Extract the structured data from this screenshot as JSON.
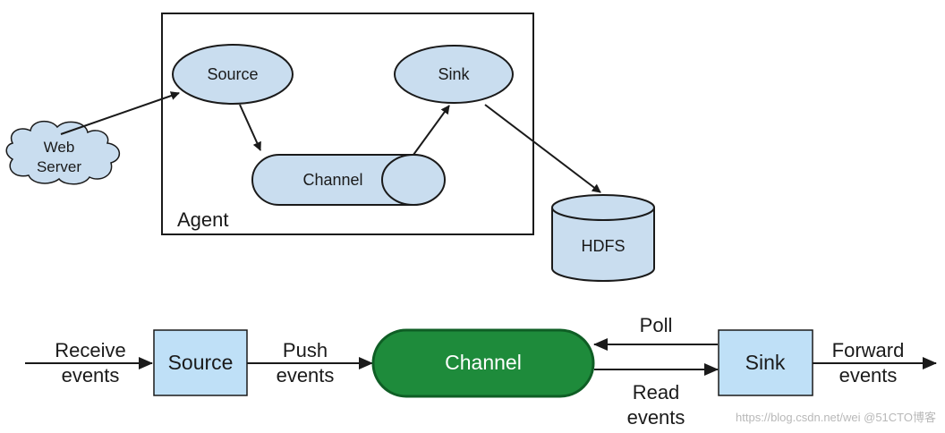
{
  "top": {
    "agent_label": "Agent",
    "source_label": "Source",
    "sink_label": "Sink",
    "channel_label": "Channel",
    "webserver_line1": "Web",
    "webserver_line2": "Server",
    "hdfs_label": "HDFS"
  },
  "bottom": {
    "receive_line1": "Receive",
    "receive_line2": "events",
    "source_label": "Source",
    "push_line1": "Push",
    "push_line2": "events",
    "channel_label": "Channel",
    "poll_label": "Poll",
    "read_line1": "Read",
    "read_line2": "events",
    "sink_label": "Sink",
    "forward_line1": "Forward",
    "forward_line2": "events"
  },
  "watermark": "https://blog.csdn.net/wei @51CTO博客",
  "colors": {
    "node_fill": "#c9ddef",
    "node_stroke": "#1a1a1a",
    "box_fill": "#bfe0f7",
    "channel_green": "#1e8b3b",
    "channel_green_dark": "#0f5e25",
    "text": "#1a1a1a"
  }
}
